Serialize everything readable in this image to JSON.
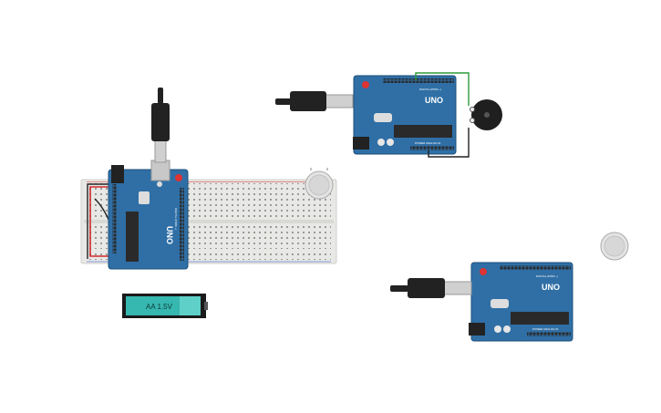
{
  "canvas": {
    "background": "#ffffff"
  },
  "colors": {
    "arduino_blue": "#2f6fa6",
    "arduino_dark": "#1e4f7a",
    "breadboard": "#e8e8e6",
    "battery_teal": "#36b7b0",
    "wire_green": "#2e9b3a",
    "wire_red": "#d12b2b",
    "wire_black": "#222222"
  },
  "boards": [
    {
      "id": "board-1",
      "logo": "UNO",
      "header_label": "DIGITAL (PWM ~)",
      "bottom_label": "POWER  ANALOG IN"
    },
    {
      "id": "board-2",
      "logo": "UNO",
      "header_label": "DIGITAL (PWM ~)",
      "bottom_label": "POWER  ANALOG IN"
    },
    {
      "id": "board-3",
      "logo": "UNO",
      "header_label": "DIGITAL (PWM ~)",
      "bottom_label": "POWER  ANALOG IN"
    }
  ],
  "battery": {
    "label": "AA 1.5V"
  },
  "components": {
    "buzzer": "piezo-buzzer",
    "sensor": "gas-sensor",
    "cable": "usb-cable"
  }
}
